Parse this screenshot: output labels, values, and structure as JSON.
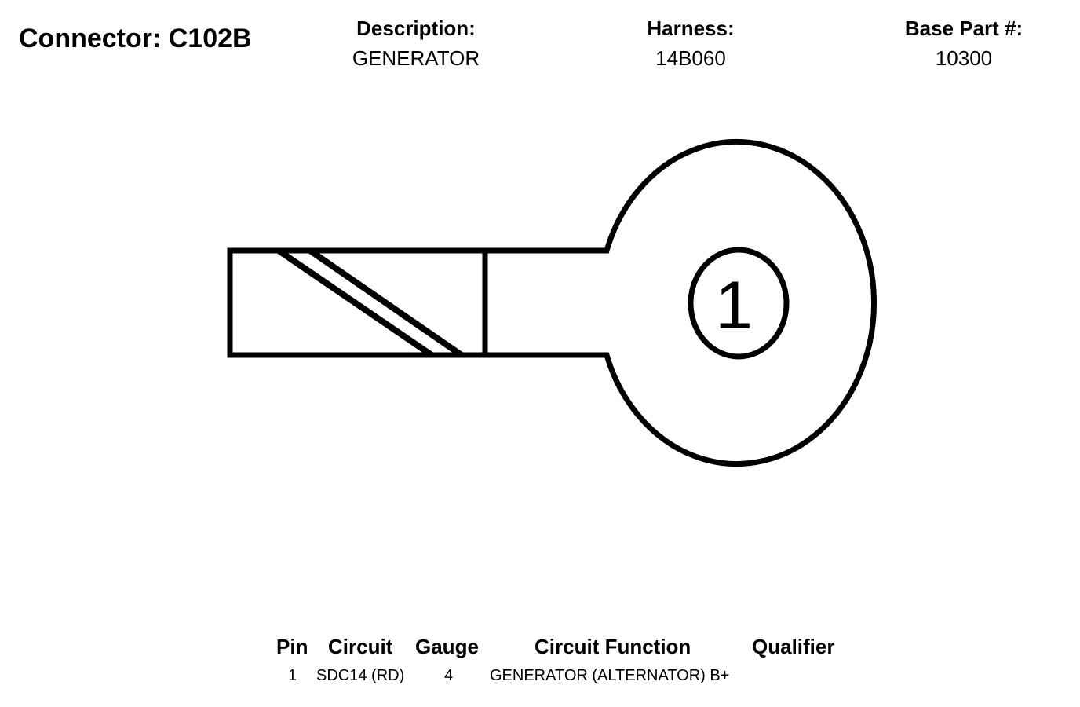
{
  "connector": {
    "title": "Connector: C102B"
  },
  "info": {
    "description": {
      "label": "Description:",
      "value": "GENERATOR"
    },
    "harness": {
      "label": "Harness:",
      "value": "14B060"
    },
    "base_part": {
      "label": "Base Part #:",
      "value": "10300"
    }
  },
  "diagram": {
    "pin_label": "1"
  },
  "pin_table": {
    "headers": {
      "pin": "Pin",
      "circuit": "Circuit",
      "gauge": "Gauge",
      "function": "Circuit Function",
      "qualifier": "Qualifier"
    },
    "rows": [
      {
        "pin": "1",
        "circuit": "SDC14 (RD)",
        "gauge": "4",
        "function": "GENERATOR (ALTERNATOR) B+",
        "qualifier": ""
      }
    ]
  }
}
